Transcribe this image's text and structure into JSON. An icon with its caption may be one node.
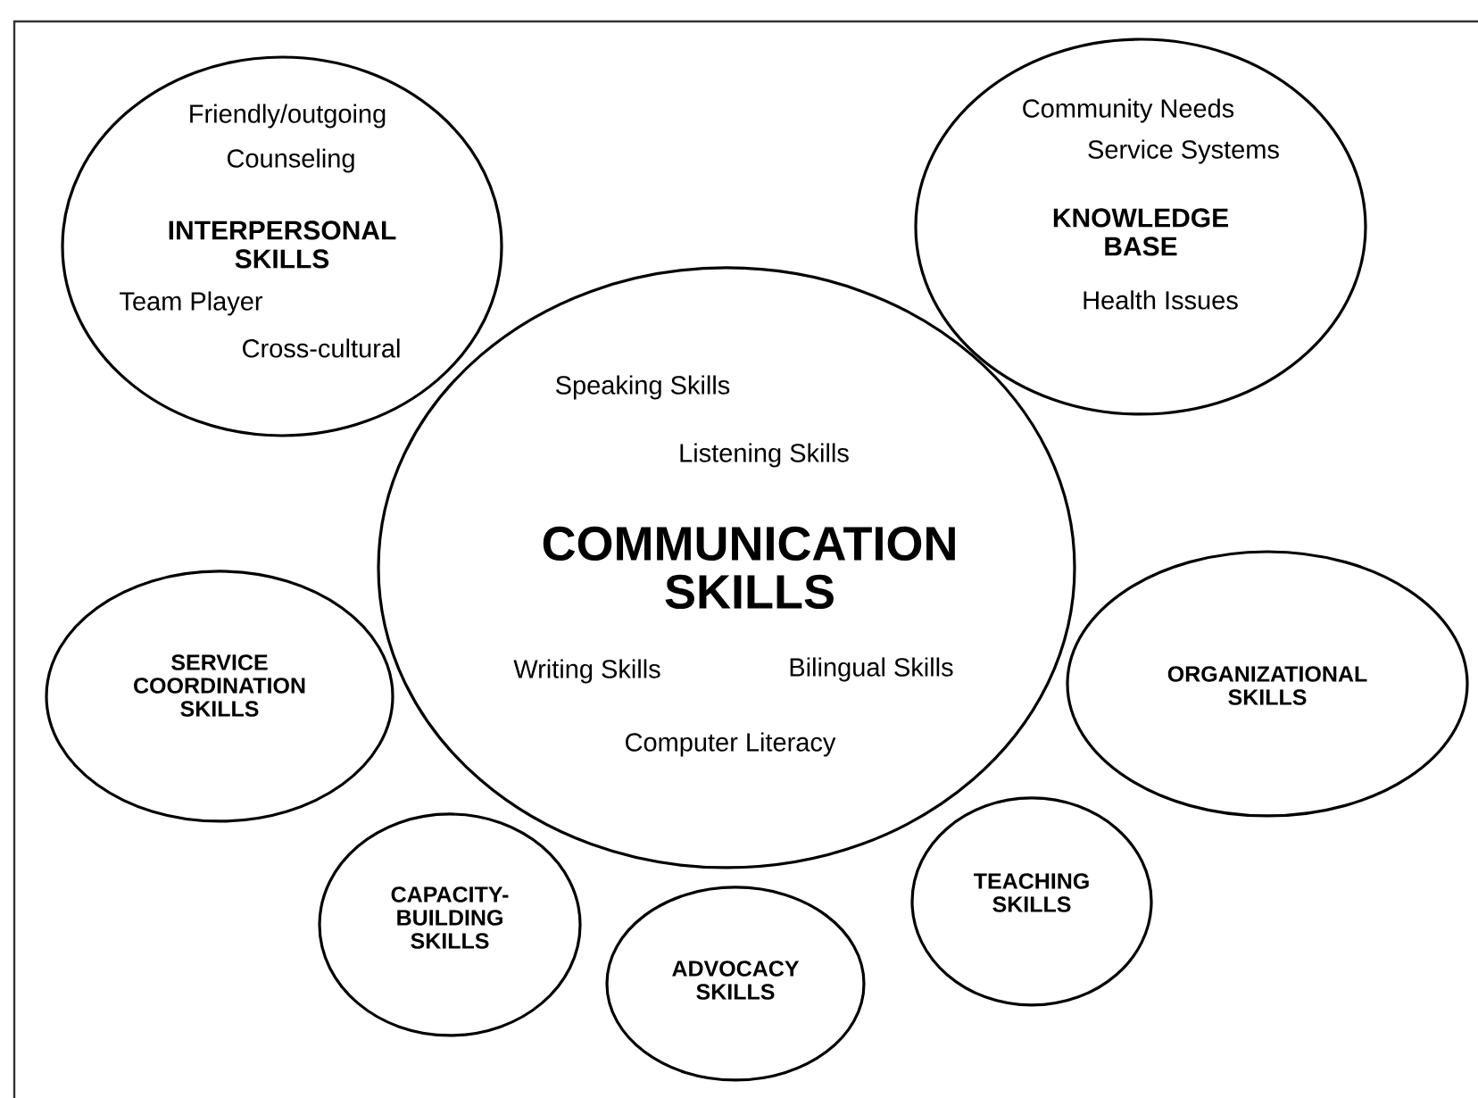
{
  "diagram": {
    "nodes": [
      {
        "text": [
          "Friendly/outgoing",
          "Counseling",
          "INTERPERSONAL SKILLS",
          "Team Player",
          "Cross-cultural"
        ]
      },
      {
        "text": [
          "Community Needs",
          "Service Systems",
          "KNOWLEDGE BASE",
          "Health Issues"
        ]
      },
      {
        "text": [
          "Speaking Skills",
          "Listening Skills",
          "COMMUNICATION SKILLS",
          "Writing Skills",
          "Bilingual Skills",
          "Computer Literacy"
        ]
      },
      {
        "text": [
          "SERVICE COORDINATION SKILLS"
        ]
      },
      {
        "text": [
          "ORGANIZATIONAL SKILLS"
        ]
      },
      {
        "text": [
          "CAPACITY-BUILDING SKILLS"
        ]
      },
      {
        "text": [
          "TEACHING SKILLS"
        ]
      },
      {
        "text": [
          "ADVOCACY SKILLS"
        ]
      }
    ]
  }
}
